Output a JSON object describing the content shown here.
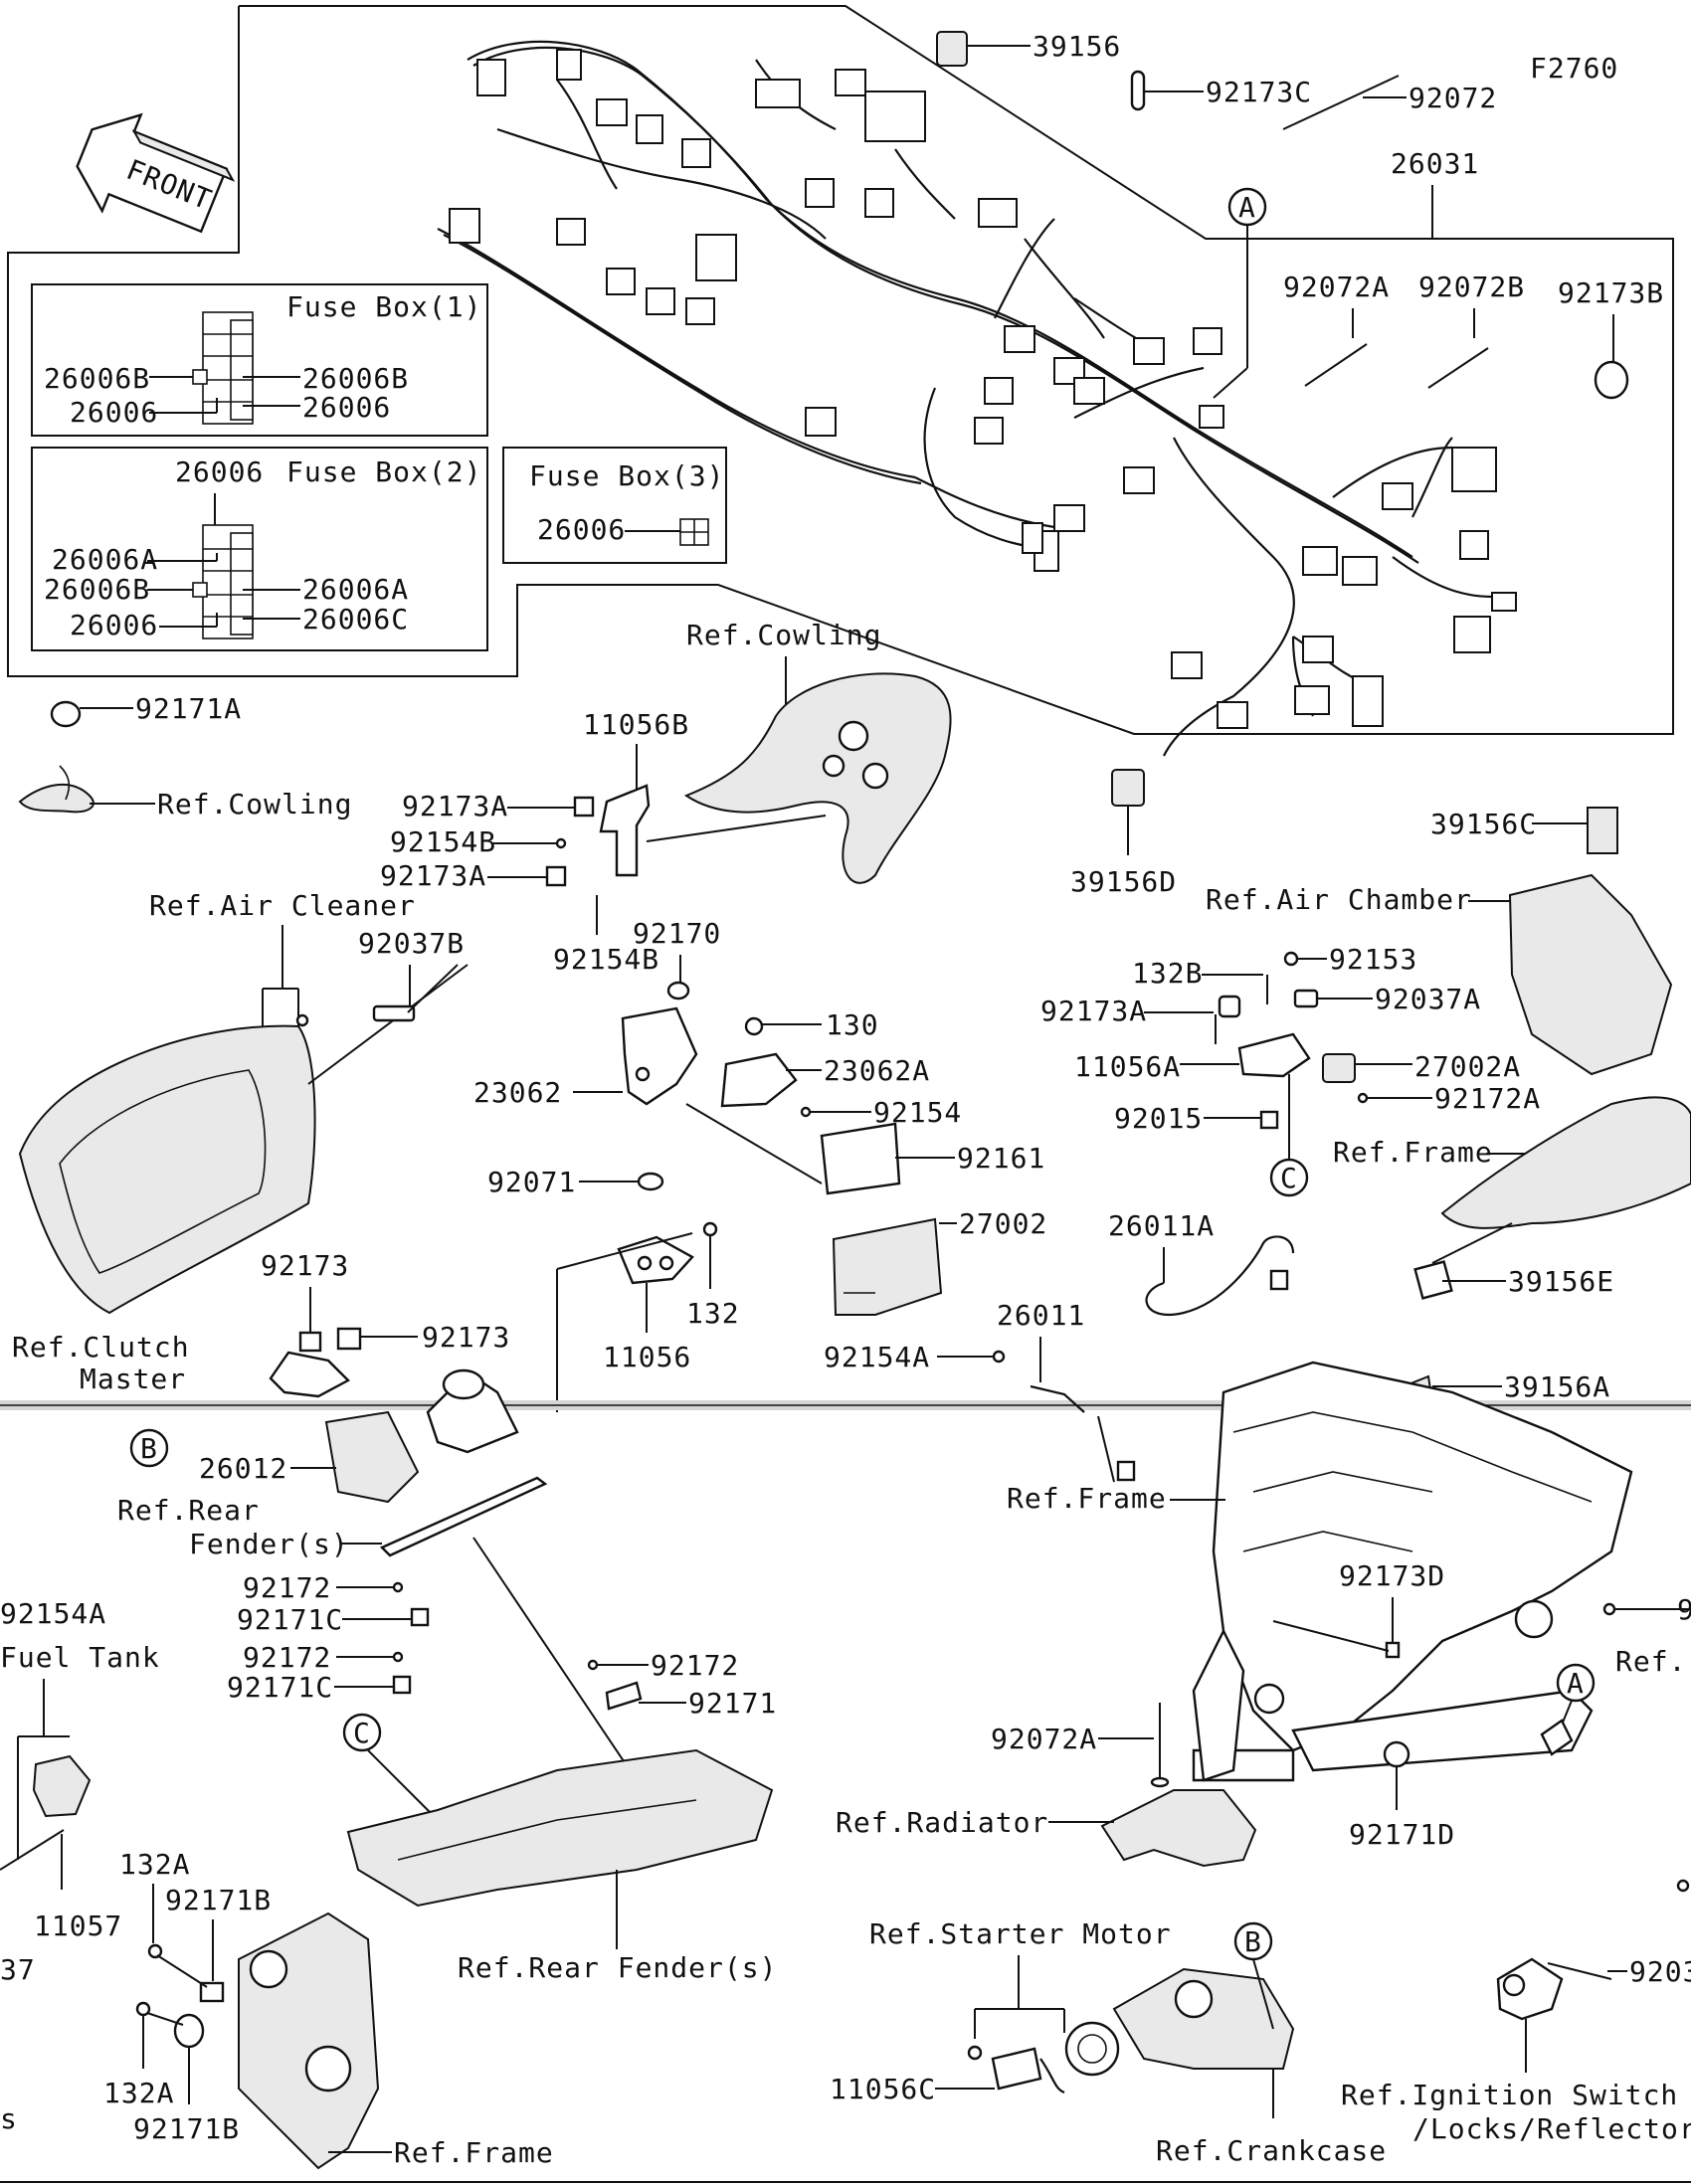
{
  "figure_code": "F2760",
  "front_label": "FRONT",
  "callouts": {
    "A": "A",
    "B": "B",
    "C": "C"
  },
  "fuse_boxes": [
    {
      "title": "Fuse Box(1)",
      "left": [
        "26006B",
        "26006"
      ],
      "right": [
        "26006B",
        "26006"
      ]
    },
    {
      "title": "Fuse Box(2)",
      "top": "26006",
      "left": [
        "26006A",
        "26006B",
        "26006"
      ],
      "right": [
        "26006A",
        "26006C"
      ]
    },
    {
      "title": "Fuse Box(3)",
      "left": [
        "26006"
      ]
    }
  ],
  "parts": {
    "p39156": "39156",
    "p92173C": "92173C",
    "p92072": "92072",
    "p26031": "26031",
    "p92072A": "92072A",
    "p92072B": "92072B",
    "p92173B": "92173B",
    "p92171A": "92171A",
    "p11056B": "11056B",
    "p92173A_1": "92173A",
    "p92154B_1": "92154B",
    "p92173A_2": "92173A",
    "p92154B_2": "92154B",
    "p39156D": "39156D",
    "p39156C": "39156C",
    "p92037B": "92037B",
    "p92170": "92170",
    "p130": "130",
    "p23062A": "23062A",
    "p23062": "23062",
    "p92154": "92154",
    "p92161": "92161",
    "p92071": "92071",
    "p27002": "27002",
    "p132": "132",
    "p11056": "11056",
    "p132B": "132B",
    "p92153": "92153",
    "p92173A_3": "92173A",
    "p92037A": "92037A",
    "p11056A": "11056A",
    "p27002A": "27002A",
    "p92172A": "92172A",
    "p92015": "92015",
    "p39156E": "39156E",
    "p92173_1": "92173",
    "p92173_2": "92173",
    "p26011A": "26011A",
    "p26011": "26011",
    "p92154A_1": "92154A",
    "p39156A": "39156A",
    "p26012": "26012",
    "p92172_1": "92172",
    "p92171C_1": "92171C",
    "p92172_2": "92172",
    "p92171C_2": "92171C",
    "p92172_3": "92172",
    "p92171": "92171",
    "p92154A_2": "92154A",
    "p11057": "11057",
    "p132A_1": "132A",
    "p92171B_1": "92171B",
    "p132A_2": "132A",
    "p92171B_2": "92171B",
    "p92173D": "92173D",
    "p92072A_2": "92072A",
    "p92171D": "92171D",
    "p11056C": "11056C",
    "p9203x": "9203",
    "p37": "37",
    "p9": "9"
  },
  "refs": {
    "cowling_1": "Ref.Cowling",
    "cowling_2": "Ref.Cowling",
    "air_cleaner": "Ref.Air Cleaner",
    "air_chamber": "Ref.Air Chamber",
    "frame_1": "Ref.Frame",
    "clutch_master_1": "Ref.Clutch",
    "clutch_master_2": "Master",
    "rear_fender_1": "Ref.Rear",
    "rear_fender_2": "Fender(s)",
    "frame_2": "Ref.Frame",
    "fuel_tank": "Fuel Tank",
    "rear_fender_3": "Ref.Rear Fender(s)",
    "radiator": "Ref.Radiator",
    "starter_motor": "Ref.Starter Motor",
    "ignition_1": "Ref.Ignition Switch",
    "ignition_2": "/Locks/Reflector",
    "crankcase": "Ref.Crankcase",
    "frame_3": "Ref.Frame",
    "ref_partial": "Ref.",
    "s_partial": "s"
  }
}
